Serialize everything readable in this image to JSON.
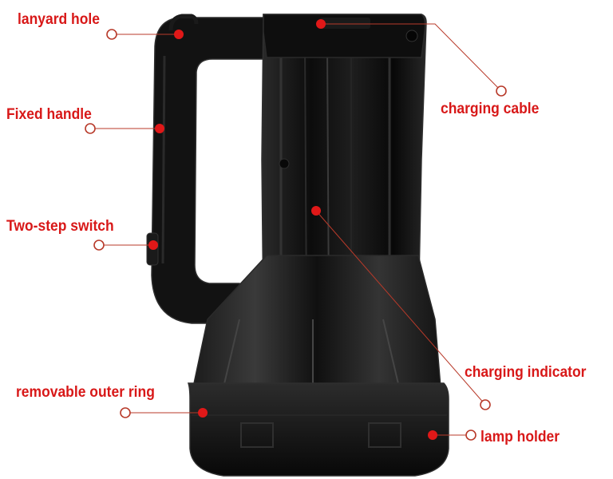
{
  "labels": {
    "lanyard_hole": "lanyard hole",
    "fixed_handle": "Fixed handle",
    "two_step_switch": "Two-step switch",
    "removable_outer_ring": "removable outer ring",
    "charging_cable": "charging cable",
    "charging_indicator": "charging indicator",
    "lamp_holder": "lamp holder"
  },
  "colors": {
    "label": "#d81818",
    "leader_line": "#b83a2a",
    "marker_dot": "#e01818",
    "body": "#141414"
  }
}
